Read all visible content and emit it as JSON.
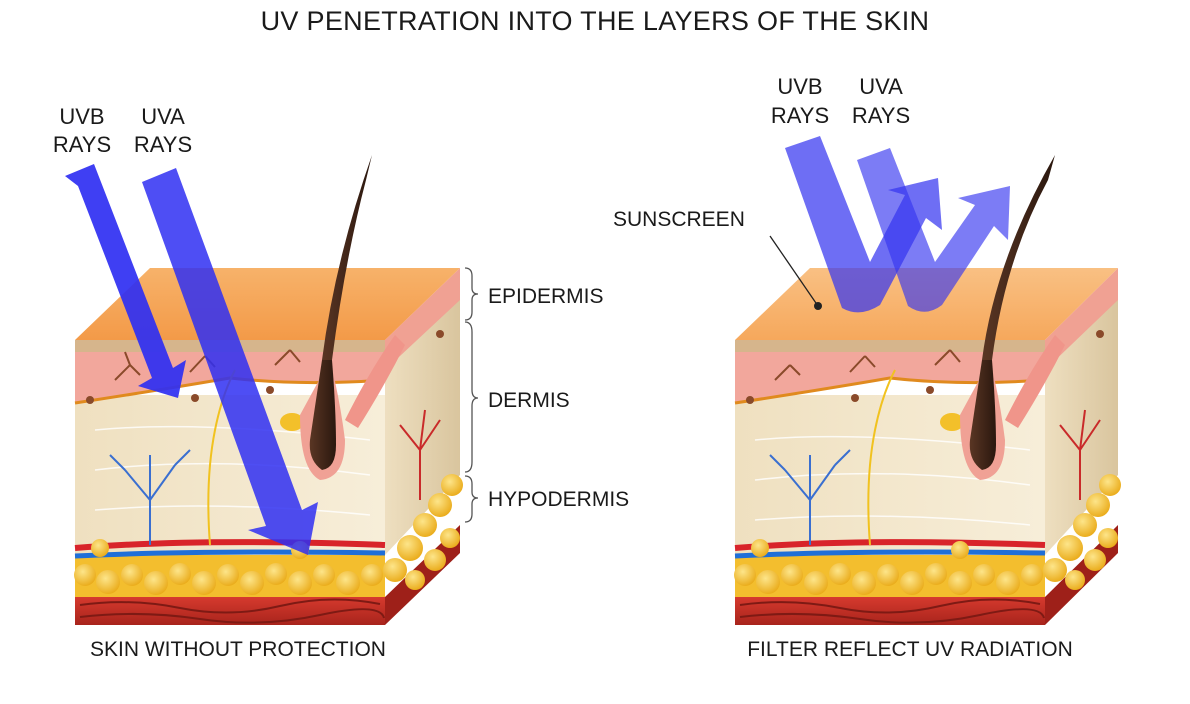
{
  "title": "UV PENETRATION INTO THE LAYERS OF THE SKIN",
  "left_panel": {
    "uvb_line1": "UVB",
    "uvb_line2": "RAYS",
    "uva_line1": "UVA",
    "uva_line2": "RAYS",
    "caption": "SKIN WITHOUT PROTECTION"
  },
  "right_panel": {
    "uvb_line1": "UVB",
    "uvb_line2": "RAYS",
    "uva_line1": "UVA",
    "uva_line2": "RAYS",
    "sunscreen_label": "SUNSCREEN",
    "caption": "FILTER REFLECT UV RADIATION"
  },
  "layers": {
    "epidermis": "EPIDERMIS",
    "dermis": "DERMIS",
    "hypodermis": "HYPODERMIS"
  },
  "colors": {
    "ray": "#2a2af0",
    "epidermis_top": "#f6a85a",
    "dermis": "#f3e6c8",
    "fat": "#f6c233",
    "muscle": "#c8322a",
    "hair": "#3a2418"
  }
}
